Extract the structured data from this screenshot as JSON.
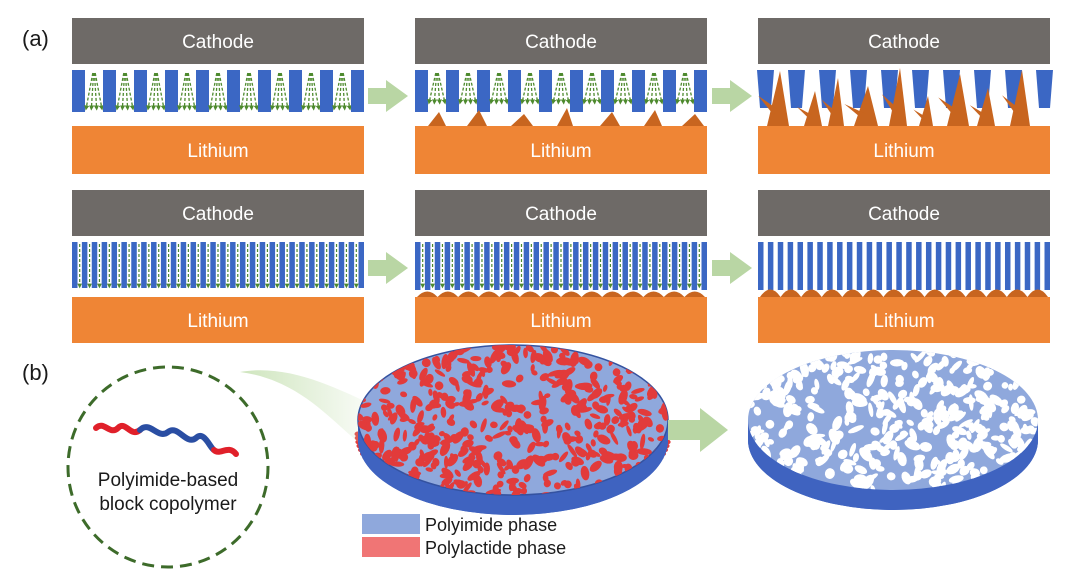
{
  "panel_labels": {
    "a": "(a)",
    "b": "(b)"
  },
  "cell_labels": {
    "cathode": "Cathode",
    "anode": "Lithium"
  },
  "circle_caption": [
    "Polyimide-based",
    "block copolymer"
  ],
  "legend": [
    {
      "label": "Polyimide phase",
      "color": "#8fa8dc"
    },
    {
      "label": "Polylactide phase",
      "color": "#f07575"
    }
  ],
  "colors": {
    "cathode": "#6e6a67",
    "lithium": "#ef8535",
    "separator": "#3b67c4",
    "dendrite": "#c8651f",
    "ion_arrow": "#4e8a2e",
    "flow_arrow": "#b9d6a4",
    "circle_dash": "#3d6b2a",
    "chain_red": "#e0202a",
    "chain_blue": "#2a4ea3",
    "disc_top": "#8fa8dc",
    "disc_side": "#3f63c0",
    "disc_red": "#e23b3b",
    "disc_pore": "#ffffff"
  }
}
